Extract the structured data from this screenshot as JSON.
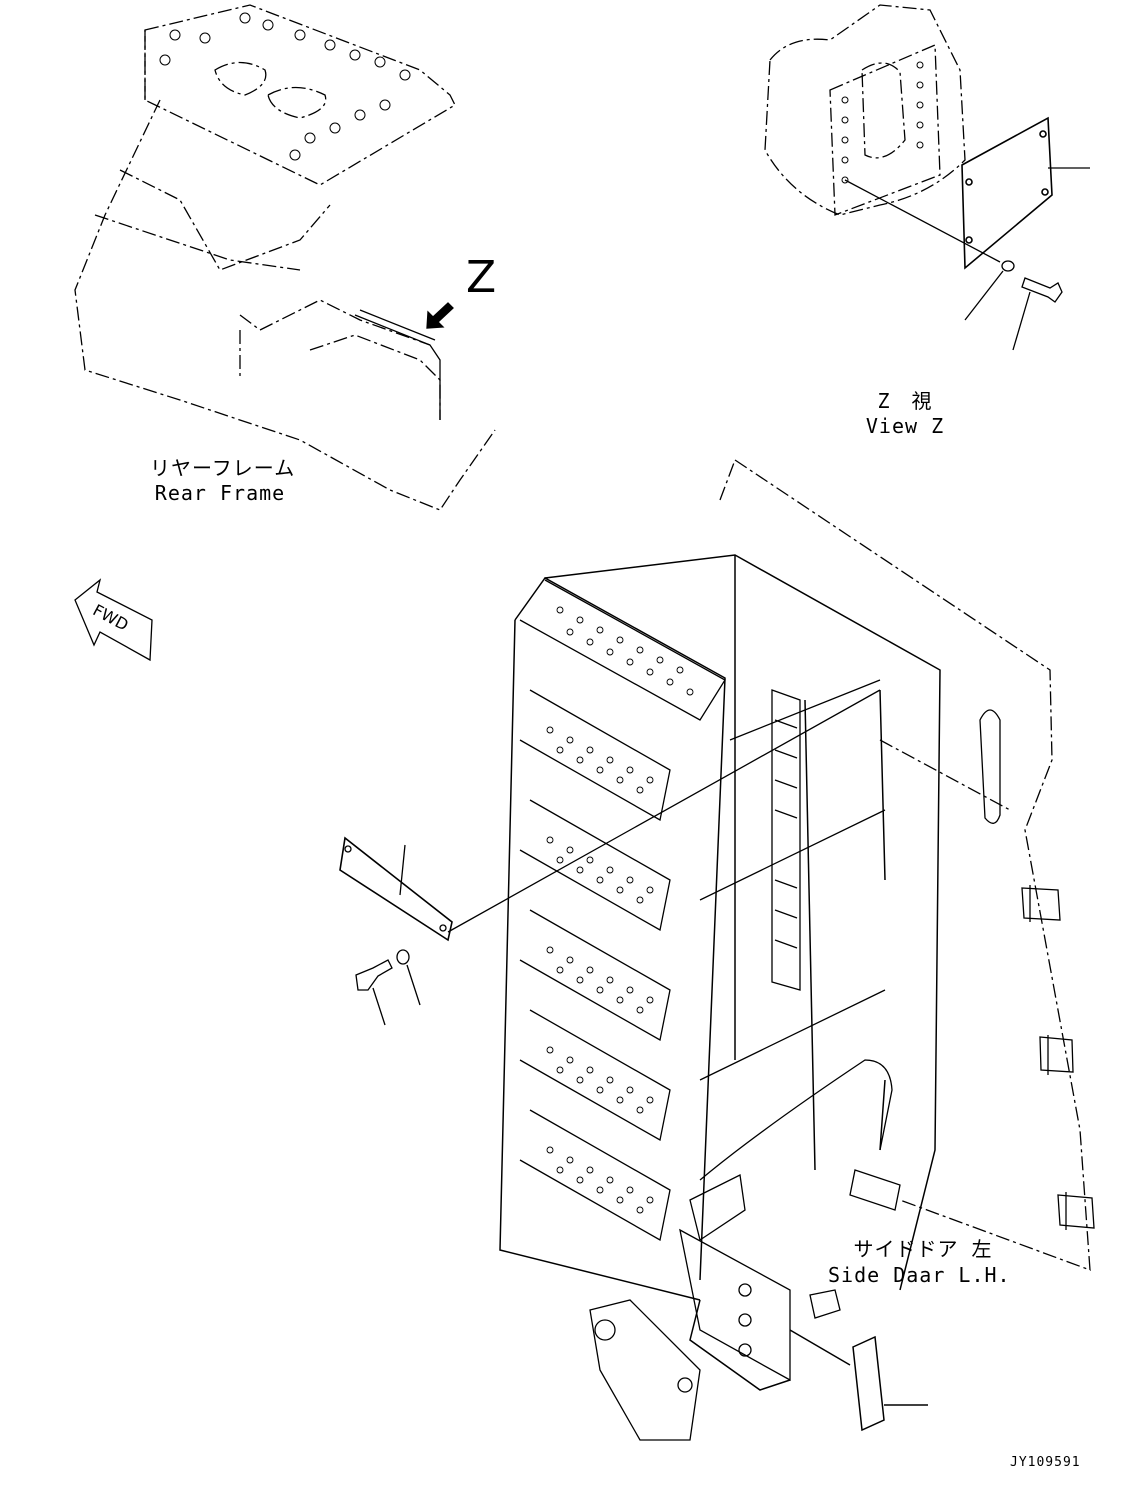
{
  "labels": {
    "z_marker": "Z",
    "rear_frame_jp": "リヤーフレーム",
    "rear_frame_en": "Rear Frame",
    "view_z_jp": "Z　視",
    "view_z_en": "View Z",
    "side_door_jp": "サイドドア 左",
    "side_door_en": "Side Daar L.H.",
    "fwd": "FWD",
    "drawing_id": "JY109591"
  },
  "colors": {
    "line": "#000000",
    "background": "#ffffff"
  }
}
